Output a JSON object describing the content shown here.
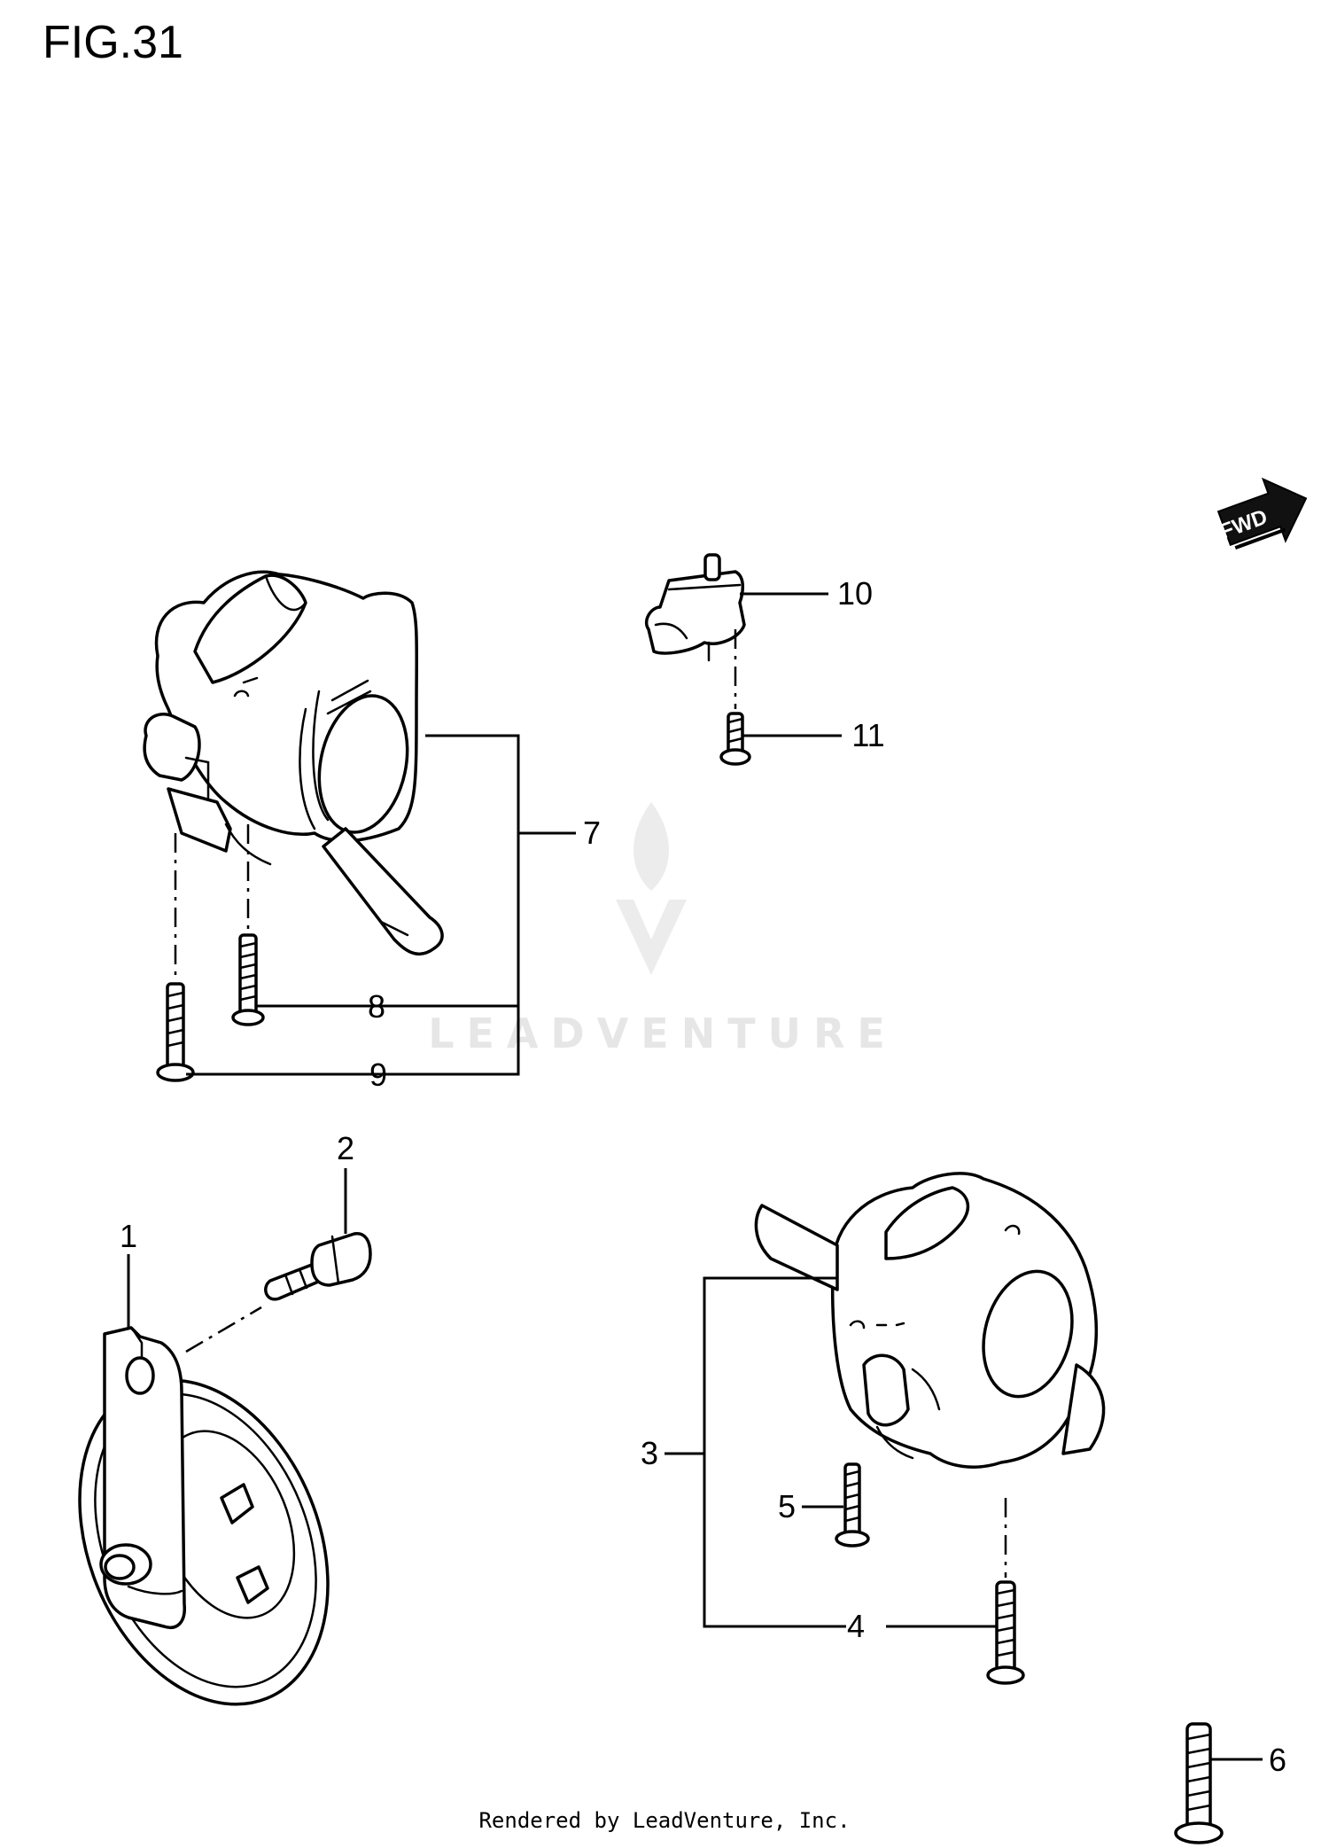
{
  "figure": {
    "title": "FIG.31"
  },
  "fwd_badge": {
    "label": "FWD"
  },
  "watermark": {
    "brand": "LEADVENTURE"
  },
  "callouts": [
    {
      "id": "1",
      "label": "1"
    },
    {
      "id": "2",
      "label": "2"
    },
    {
      "id": "3",
      "label": "3"
    },
    {
      "id": "4",
      "label": "4"
    },
    {
      "id": "5",
      "label": "5"
    },
    {
      "id": "6",
      "label": "6"
    },
    {
      "id": "7",
      "label": "7"
    },
    {
      "id": "8",
      "label": "8"
    },
    {
      "id": "9",
      "label": "9"
    },
    {
      "id": "10",
      "label": "10"
    },
    {
      "id": "11",
      "label": "11"
    }
  ],
  "footer": {
    "credit": "Rendered by LeadVenture, Inc."
  }
}
